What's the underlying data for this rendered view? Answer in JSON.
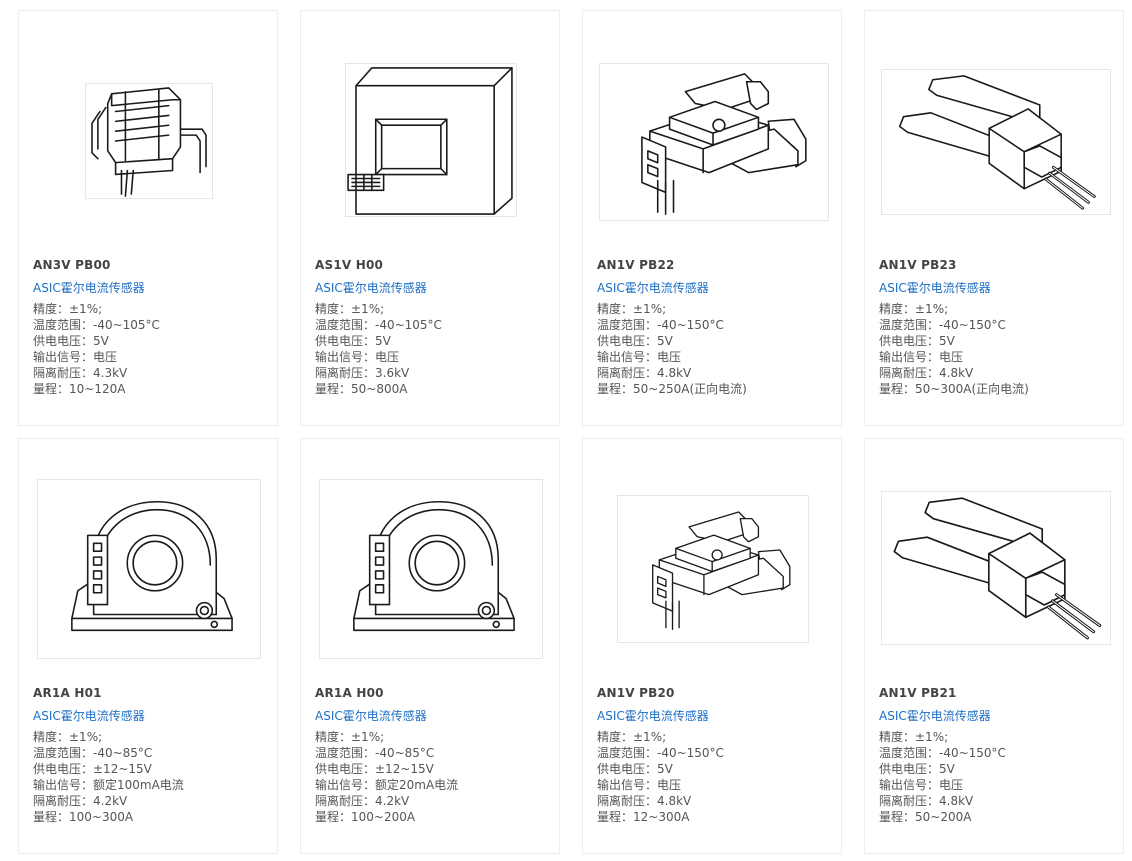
{
  "products": [
    {
      "name": "AN3V PB00",
      "category": "ASIC霍尔电流传感器",
      "image_icon": "pcb-mount-sensor-icon",
      "specs": {
        "precision": "精度：±1%;",
        "temp": "温度范围：-40~105°C",
        "supply": "供电电压：5V",
        "output": "输出信号：电压",
        "isolation": "隔离耐压：4.3kV",
        "range": "量程：10~120A"
      }
    },
    {
      "name": "AS1V H00",
      "category": "ASIC霍尔电流传感器",
      "image_icon": "box-sensor-icon",
      "specs": {
        "precision": "精度：±1%;",
        "temp": "温度范围：-40~105°C",
        "supply": "供电电压：5V",
        "output": "输出信号：电压",
        "isolation": "隔离耐压：3.6kV",
        "range": "量程：50~800A"
      }
    },
    {
      "name": "AN1V PB22",
      "category": "ASIC霍尔电流传感器",
      "image_icon": "clip-sensor-icon",
      "specs": {
        "precision": "精度：±1%;",
        "temp": "温度范围：-40~150°C",
        "supply": "供电电压：5V",
        "output": "输出信号：电压",
        "isolation": "隔离耐压：4.8kV",
        "range": "量程：50~250A(正向电流)"
      }
    },
    {
      "name": "AN1V PB23",
      "category": "ASIC霍尔电流传感器",
      "image_icon": "fork-sensor-icon",
      "specs": {
        "precision": "精度：±1%;",
        "temp": "温度范围：-40~150°C",
        "supply": "供电电压：5V",
        "output": "输出信号：电压",
        "isolation": "隔离耐压：4.8kV",
        "range": "量程：50~300A(正向电流)"
      }
    },
    {
      "name": "AR1A H01",
      "category": "ASIC霍尔电流传感器",
      "image_icon": "ring-sensor-icon",
      "specs": {
        "precision": "精度：±1%;",
        "temp": "温度范围：-40~85°C",
        "supply": "供电电压：±12~15V",
        "output": "输出信号：额定100mA电流",
        "isolation": "隔离耐压：4.2kV",
        "range": "量程：100~300A"
      }
    },
    {
      "name": "AR1A H00",
      "category": "ASIC霍尔电流传感器",
      "image_icon": "ring-sensor-icon",
      "specs": {
        "precision": "精度：±1%;",
        "temp": "温度范围：-40~85°C",
        "supply": "供电电压：±12~15V",
        "output": "输出信号：额定20mA电流",
        "isolation": "隔离耐压：4.2kV",
        "range": "量程：100~200A"
      }
    },
    {
      "name": "AN1V PB20",
      "category": "ASIC霍尔电流传感器",
      "image_icon": "clip-sensor-icon",
      "specs": {
        "precision": "精度：±1%;",
        "temp": "温度范围：-40~150°C",
        "supply": "供电电压：5V",
        "output": "输出信号：电压",
        "isolation": "隔离耐压：4.8kV",
        "range": "量程：12~300A"
      }
    },
    {
      "name": "AN1V PB21",
      "category": "ASIC霍尔电流传感器",
      "image_icon": "fork-sensor-icon",
      "specs": {
        "precision": "精度：±1%;",
        "temp": "温度范围：-40~150°C",
        "supply": "供电电压：5V",
        "output": "输出信号：电压",
        "isolation": "隔离耐压：4.8kV",
        "range": "量程：50~200A"
      }
    }
  ],
  "colors": {
    "category": "#1f6fc5",
    "name": "#444444",
    "spec": "#555555",
    "border": "#ececec"
  }
}
